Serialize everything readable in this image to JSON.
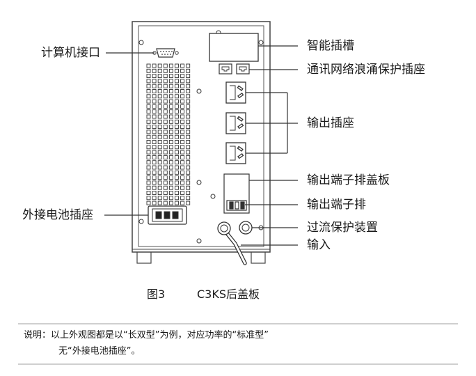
{
  "labels": {
    "computer_port": "计算机接口",
    "smart_slot": "智能插槽",
    "network_surge_socket": "通讯网络浪涌保护插座",
    "output_socket": "输出插座",
    "terminal_cover": "输出端子排盖板",
    "output_terminal": "输出端子排",
    "external_battery_socket": "外接电池插座",
    "overcurrent_protector": "过流保护装置",
    "input": "输入"
  },
  "caption": {
    "figure_no": "图3",
    "title": "C3KS后盖板"
  },
  "note": {
    "line1": "说明：以上外观图都是以“长双型”为例，对应功率的“标准型”",
    "line2": "无“外接电池插座”。"
  },
  "colors": {
    "outline": "#444444",
    "panel_fill": "#ffffff",
    "rule": "#cfcfcf"
  }
}
